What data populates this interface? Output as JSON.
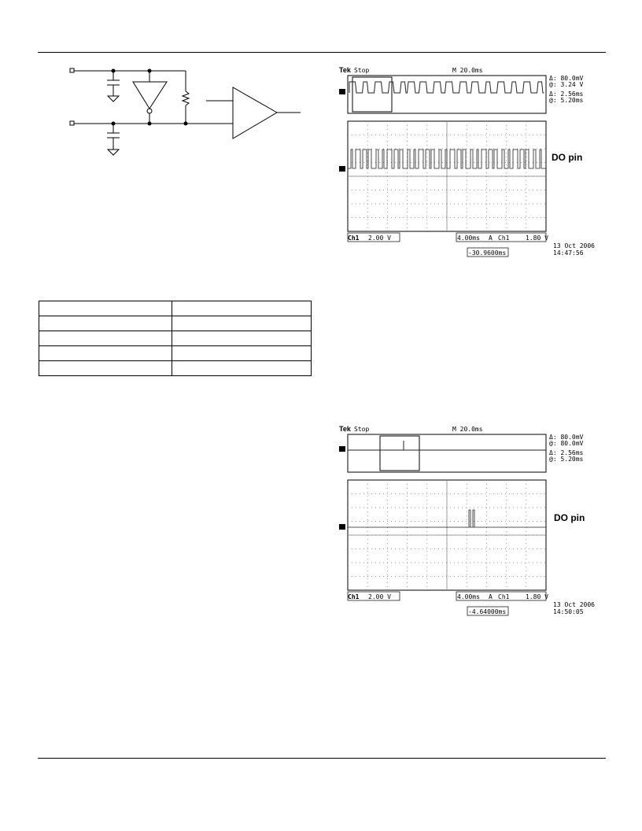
{
  "colors": {
    "ink": "#000000",
    "grid": "#7a7a7a",
    "trace": "#222222"
  },
  "scope1": {
    "brand": "Tek",
    "state": "Stop",
    "timebase": "M 20.0ms",
    "cursor_v1": "Δ:  80.0mV",
    "cursor_v2": "@:   3.24 V",
    "cursor_t1": "Δ:  2.56ms",
    "cursor_t2": "@:  5.20ms",
    "channel": "Ch1",
    "volts_div": "2.00 V",
    "time_div": "4.00ms",
    "trigger_mode": "A",
    "trigger_source": "Ch1",
    "trigger_level": "1.80 V",
    "date": "13 Oct  2006",
    "time": "14:47:56",
    "trigger_pos": "-30.9600ms",
    "signal_label": "DO pin"
  },
  "scope2": {
    "brand": "Tek",
    "state": "Stop",
    "timebase": "M 20.0ms",
    "cursor_v1": "Δ:  80.0mV",
    "cursor_v2": "@:  80.0mV",
    "cursor_t1": "Δ:  2.56ms",
    "cursor_t2": "@:  5.20ms",
    "channel": "Ch1",
    "volts_div": "2.00 V",
    "time_div": "4.00ms",
    "trigger_mode": "A",
    "trigger_source": "Ch1",
    "trigger_level": "1.80 V",
    "date": "13 Oct  2006",
    "time": "14:50:05",
    "trigger_pos": "-4.64000ms",
    "signal_label": "DO pin"
  },
  "table": {
    "rows": 5,
    "cols": 2
  }
}
